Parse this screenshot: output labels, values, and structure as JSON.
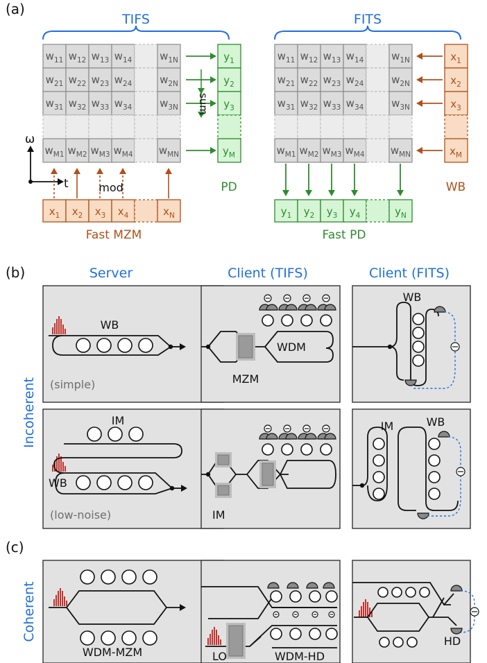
{
  "panel_a": {
    "label": "(a)",
    "tifs_title": "TIFS",
    "fits_title": "FITS",
    "pd_label": "PD",
    "wb_label": "WB",
    "sum_label": "sum",
    "mod_label": "mod",
    "fast_mzm_label": "Fast MZM",
    "fast_pd_label": "Fast PD",
    "axis_omega": "ω",
    "axis_t": "t"
  },
  "panel_b": {
    "label": "(b)",
    "col_server": "Server",
    "col_client_tifs": "Client (TIFS)",
    "col_client_fits": "Client (FITS)",
    "row_incoherent": "Incoherent",
    "wb": "WB",
    "im": "IM",
    "mzm": "MZM",
    "wdm": "WDM",
    "simple": "(simple)",
    "low_noise": "(low-noise)"
  },
  "panel_c": {
    "label": "(c)",
    "row_coherent": "Coherent",
    "wdm_mzm": "WDM-MZM",
    "lo": "LO",
    "wdm_hd": "WDM-HD",
    "hd": "HD"
  },
  "colors": {
    "accent_blue": "#1f6fe0",
    "orange": "#b0501a",
    "orange_fill": "#f8dcc4",
    "green": "#2e8b2e",
    "green_fill": "#d5f5d5",
    "box_fill": "#e2e2e2",
    "cell_fill": "#dcdcdc"
  }
}
